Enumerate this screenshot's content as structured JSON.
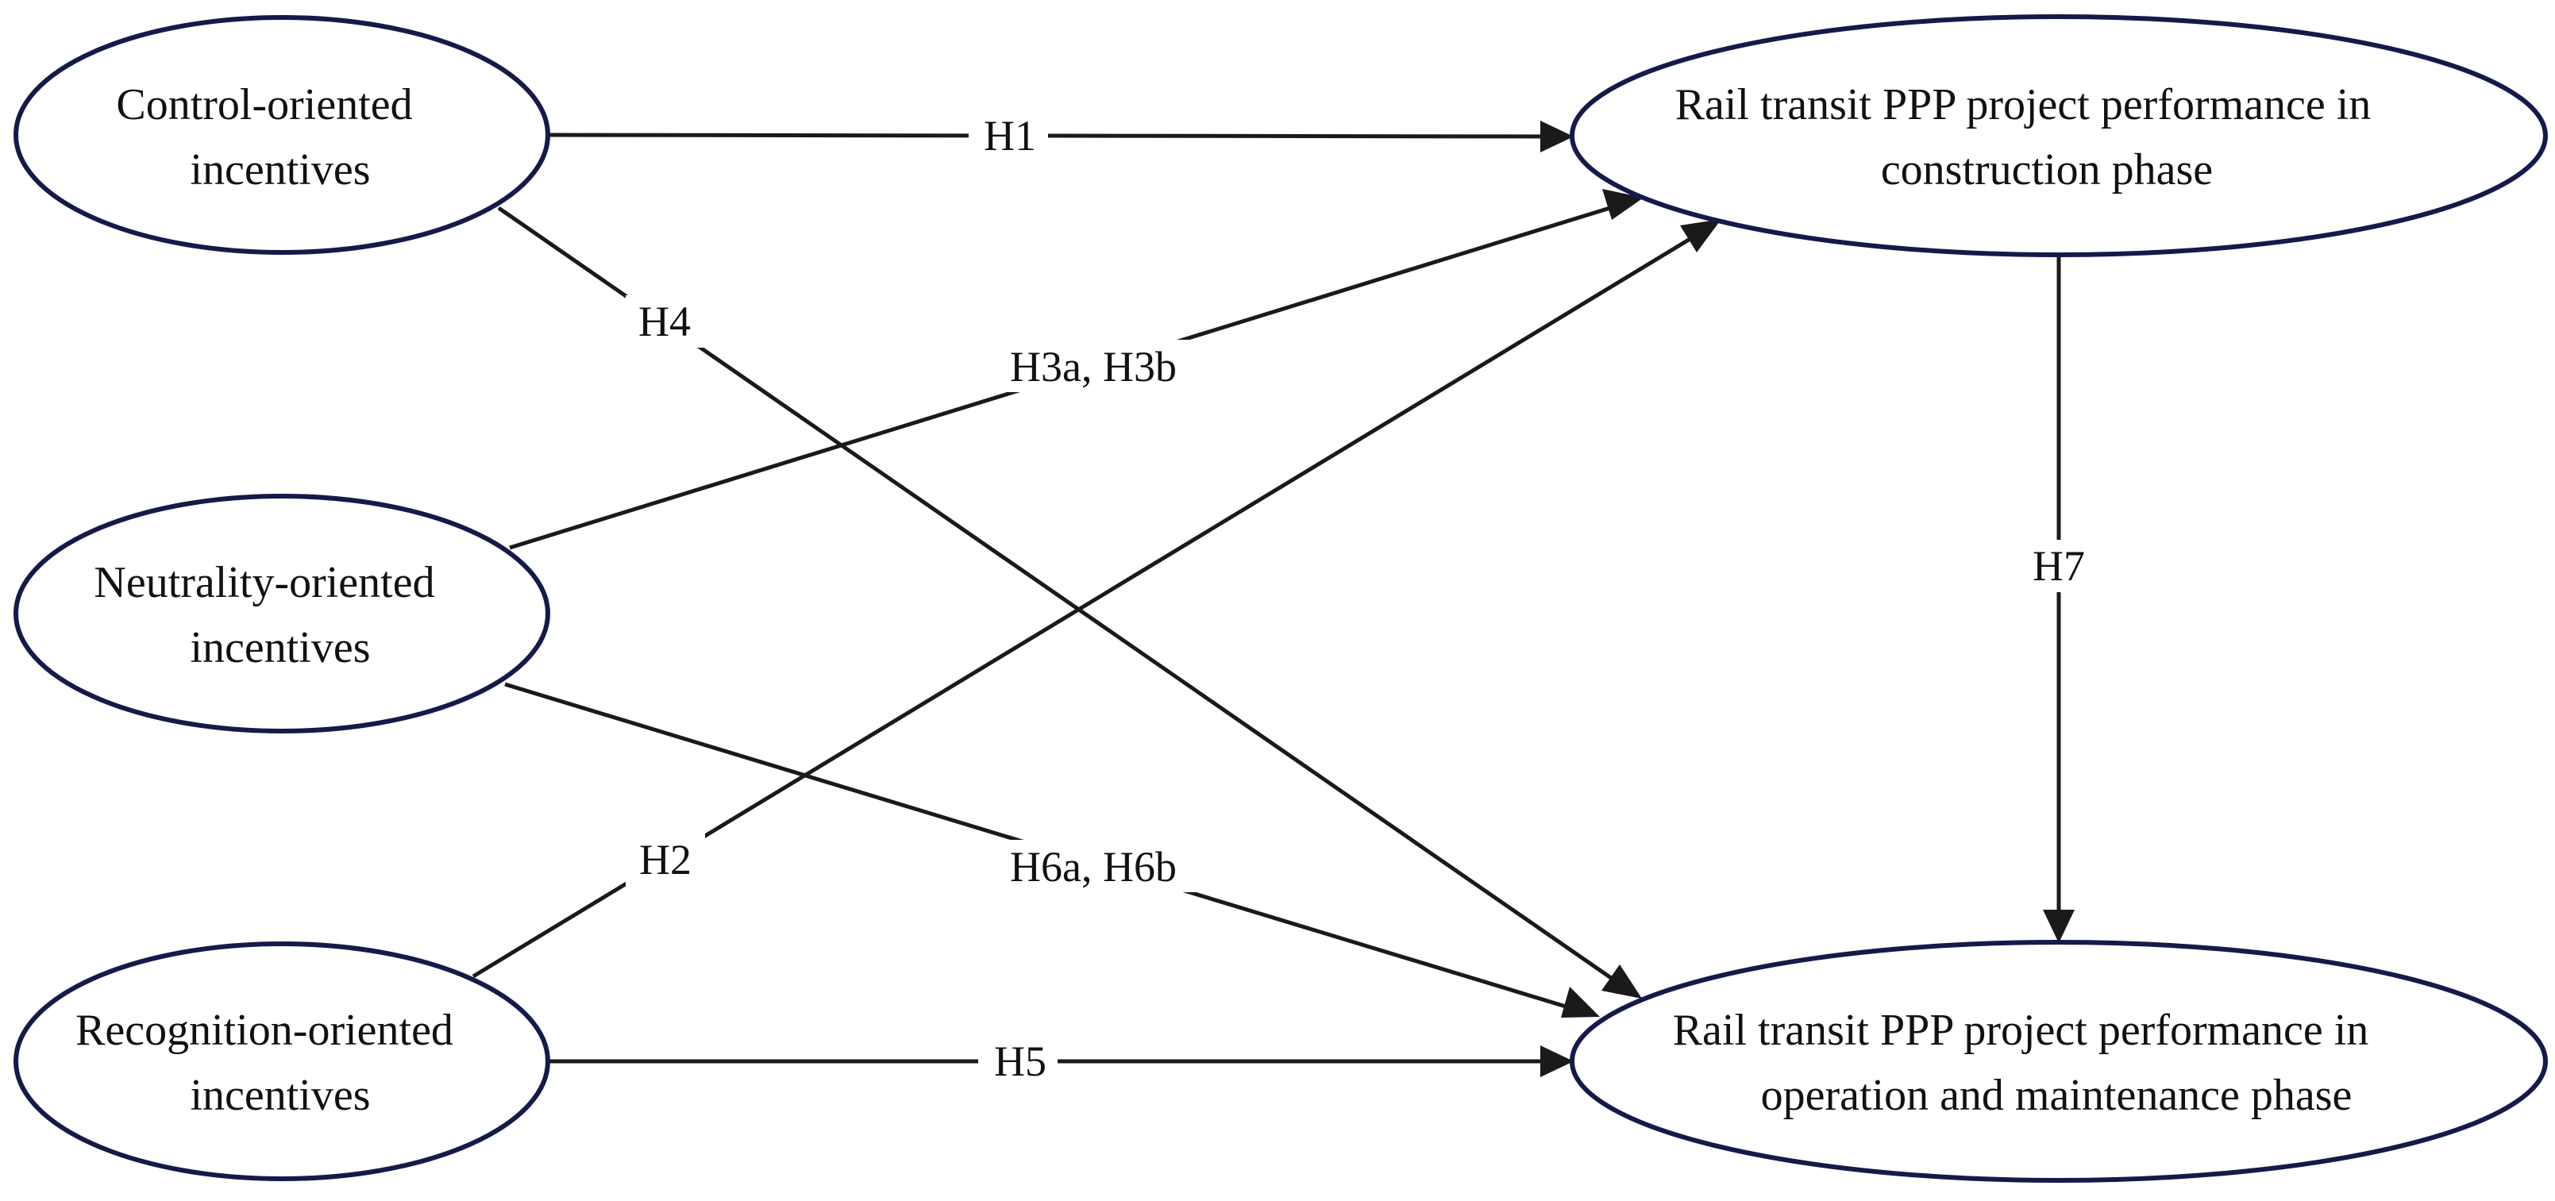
{
  "nodes": {
    "control": {
      "line1": "Control-oriented",
      "line2": "incentives"
    },
    "neutrality": {
      "line1": "Neutrality-oriented",
      "line2": "incentives"
    },
    "recognition": {
      "line1": "Recognition-oriented",
      "line2": "incentives"
    },
    "construction": {
      "line1": "Rail transit PPP project performance in",
      "line2": "construction phase"
    },
    "operation": {
      "line1": "Rail transit PPP project performance in",
      "line2": "operation and maintenance phase"
    }
  },
  "edges": {
    "h1": "H1",
    "h2": "H2",
    "h3": "H3a, H3b",
    "h4": "H4",
    "h5": "H5",
    "h6": "H6a, H6b",
    "h7": "H7"
  },
  "colors": {
    "node_border": "#141a4a",
    "edge": "#1a1a1a",
    "text": "#111111",
    "background": "#ffffff"
  }
}
